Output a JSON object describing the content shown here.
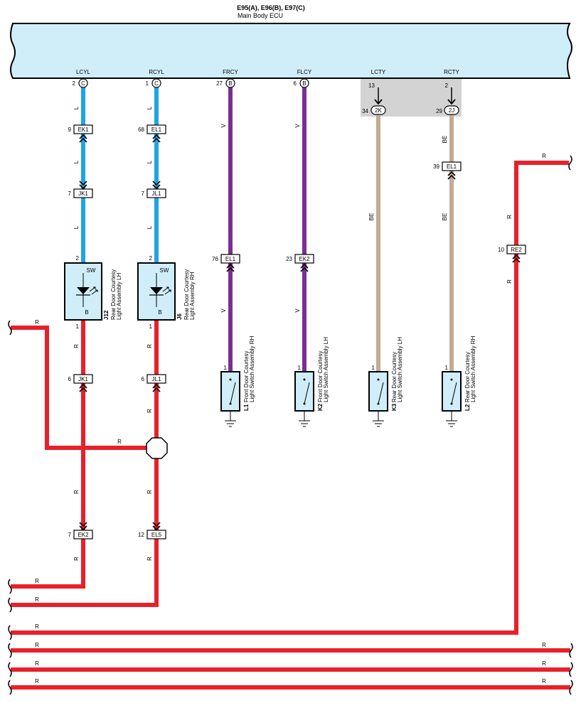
{
  "ecu": {
    "title": "E95(A), E96(B), E97(C)",
    "name": "Main Body ECU",
    "terminals": [
      {
        "label": "LCYL",
        "pin": "2",
        "conn": "C"
      },
      {
        "label": "RCYL",
        "pin": "1",
        "conn": "C"
      },
      {
        "label": "FRCY",
        "pin": "27",
        "conn": "B"
      },
      {
        "label": "FLCY",
        "pin": "6",
        "conn": "B"
      },
      {
        "label": "LCTY",
        "pin": "13",
        "conn": ""
      },
      {
        "label": "RCTY",
        "pin": "2",
        "conn": ""
      }
    ]
  },
  "connectors": {
    "ek1a": {
      "pin": "9",
      "name": "EK1"
    },
    "el1a": {
      "pin": "68",
      "name": "EL1"
    },
    "jk1a": {
      "pin": "7",
      "name": "JK1"
    },
    "jl1a": {
      "pin": "7",
      "name": "JL1"
    },
    "el1b": {
      "pin": "76",
      "name": "EL1"
    },
    "ek2a": {
      "pin": "23",
      "name": "EK2"
    },
    "c2k": {
      "pin": "34",
      "name": "2K"
    },
    "c2j": {
      "pin": "29",
      "name": "2J"
    },
    "el1c": {
      "pin": "39",
      "name": "EL1"
    },
    "re2": {
      "pin": "10",
      "name": "RE2"
    },
    "jk1b": {
      "pin": "6",
      "name": "JK1"
    },
    "jl1b": {
      "pin": "6",
      "name": "JL1"
    },
    "ek2b": {
      "pin": "7",
      "name": "EK2"
    },
    "el5": {
      "pin": "12",
      "name": "EL5"
    }
  },
  "wire_colors": {
    "L": "L",
    "V": "V",
    "BE": "BE",
    "R": "R"
  },
  "rear_lamps": [
    {
      "code": "J12",
      "line1": "Rear Door Courtesy",
      "line2": "Light Assembly LH",
      "sw": "SW",
      "b": "B",
      "pin_top": "2",
      "pin_bottom": "1"
    },
    {
      "code": "J6",
      "line1": "Rear Door Courtesy",
      "line2": "Light Assembly RH",
      "sw": "SW",
      "b": "B",
      "pin_top": "2",
      "pin_bottom": "1"
    }
  ],
  "switches": [
    {
      "code": "L1",
      "line1": "Front Door Courtesy",
      "line2": "Light Switch Assembly RH",
      "pin": "1"
    },
    {
      "code": "K2",
      "line1": "Front Door Courtesy",
      "line2": "Light Switch Assembly LH",
      "pin": "1"
    },
    {
      "code": "K3",
      "line1": "Rear Door Courtesy",
      "line2": "Light Switch Assembly LH",
      "pin": "1"
    },
    {
      "code": "L2",
      "line1": "Rear Door Courtesy",
      "line2": "Light Switch Assembly RH",
      "pin": "1"
    }
  ],
  "colors": {
    "ecu_fill": "#cfeefa",
    "blue": "#1ea5e1",
    "purple": "#7b2f92",
    "tan": "#c2ab94",
    "red": "#e8202a",
    "comp_fill": "#cfeefa",
    "shade": "#d3d3d3"
  }
}
